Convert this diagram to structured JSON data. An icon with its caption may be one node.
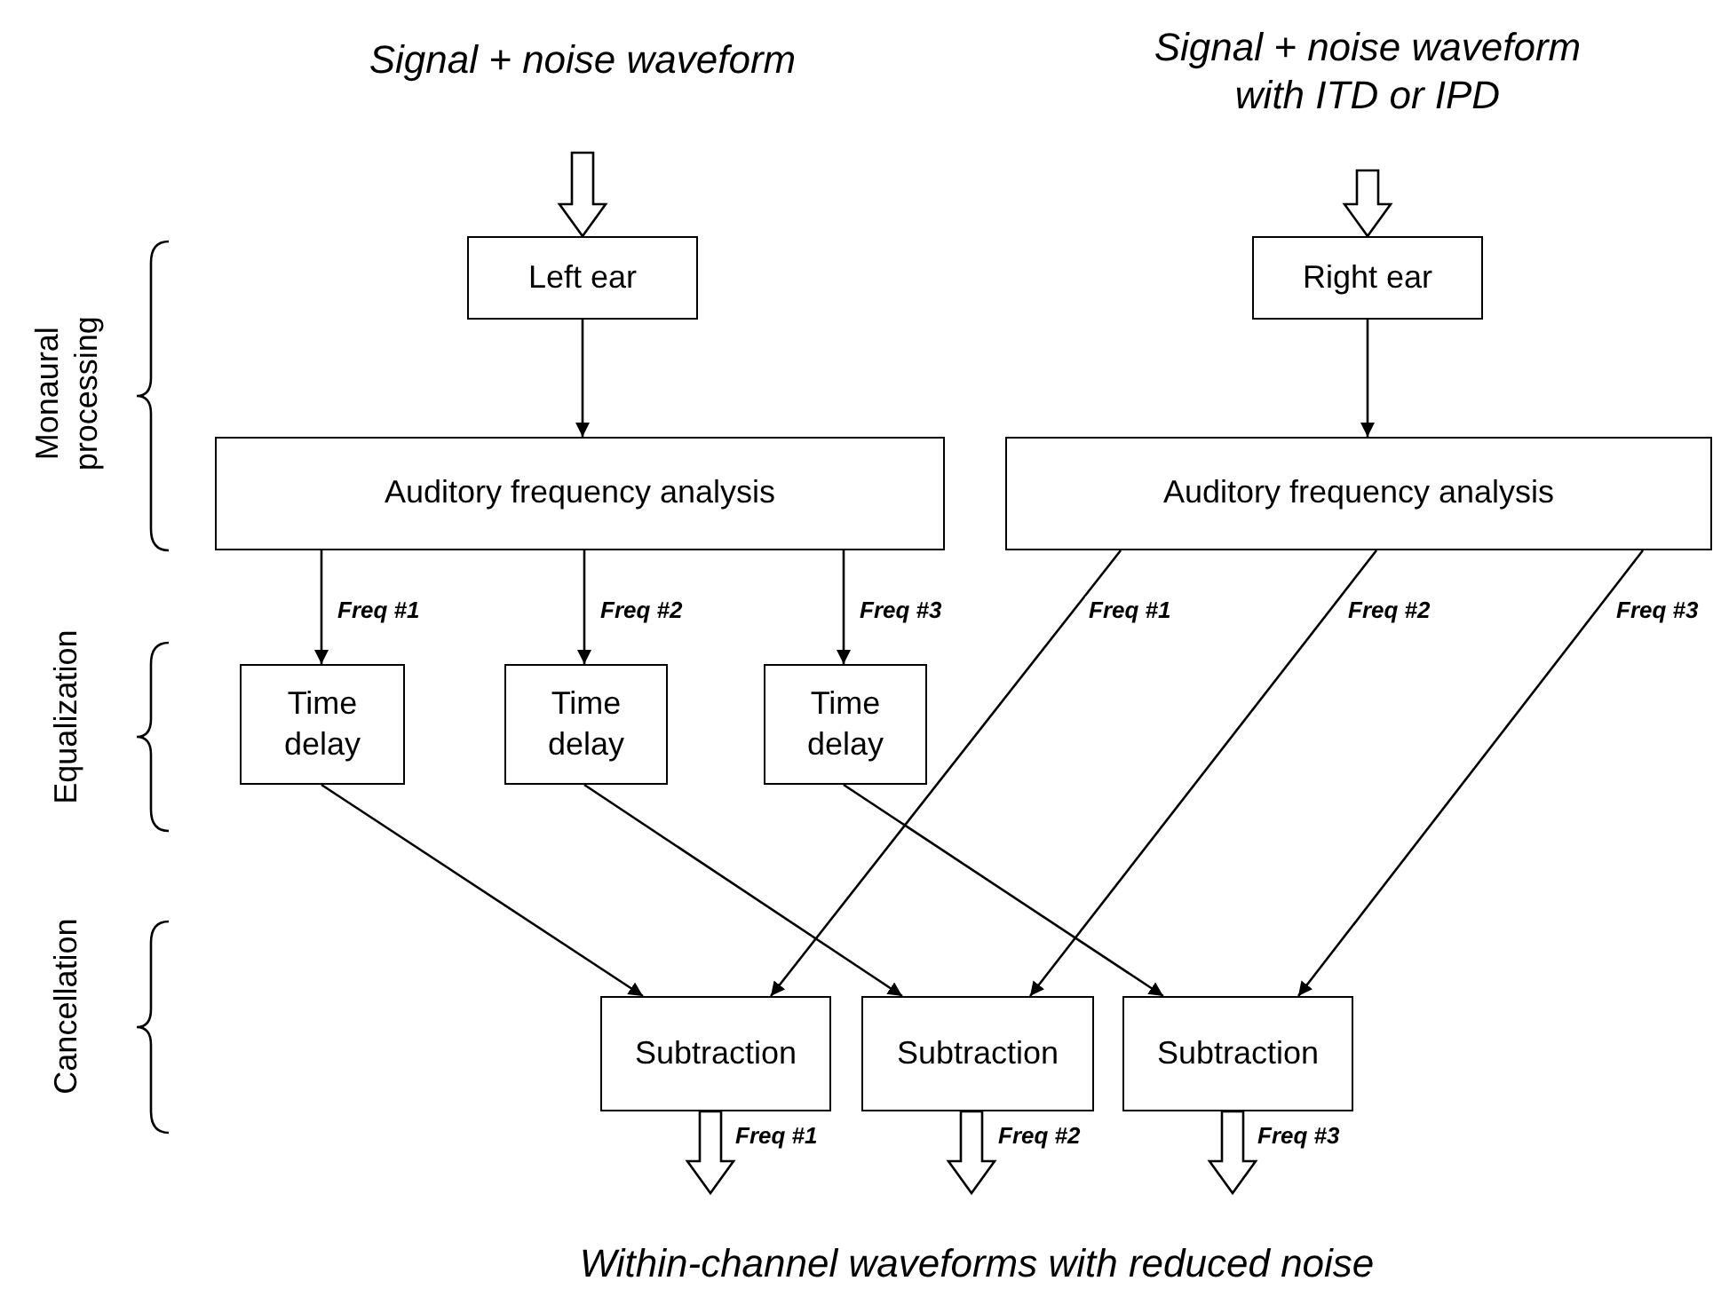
{
  "diagram": {
    "nodes": [
      {
        "text": [
          "Signal + noise waveform"
        ]
      },
      {
        "text": [
          "Signal + noise waveform with ITD or IPD"
        ]
      },
      {
        "text": [
          "Left ear"
        ]
      },
      {
        "text": [
          "Right ear"
        ]
      },
      {
        "text": [
          "Auditory frequency analysis"
        ]
      },
      {
        "text": [
          "Auditory frequency analysis"
        ]
      },
      {
        "text": [
          "Time delay"
        ]
      },
      {
        "text": [
          "Time delay"
        ]
      },
      {
        "text": [
          "Time delay"
        ]
      },
      {
        "text": [
          "Subtraction"
        ]
      },
      {
        "text": [
          "Subtraction"
        ]
      },
      {
        "text": [
          "Subtraction"
        ]
      },
      {
        "text": [
          "Within-channel waveforms with reduced noise"
        ]
      }
    ],
    "edges": [
      {
        "from": 0,
        "to": 2,
        "arrow": "to",
        "style": "thick"
      },
      {
        "from": 1,
        "to": 3,
        "arrow": "to",
        "style": "thick"
      },
      {
        "from": 2,
        "to": 4,
        "arrow": "to"
      },
      {
        "from": 3,
        "to": 5,
        "arrow": "to"
      },
      {
        "from": 4,
        "to": 6,
        "arrow": "to",
        "label": "Freq #1"
      },
      {
        "from": 4,
        "to": 7,
        "arrow": "to",
        "label": "Freq #2"
      },
      {
        "from": 4,
        "to": 8,
        "arrow": "to",
        "label": "Freq #3"
      },
      {
        "from": 5,
        "to": 9,
        "arrow": "to",
        "label": "Freq #1"
      },
      {
        "from": 5,
        "to": 10,
        "arrow": "to",
        "label": "Freq #2"
      },
      {
        "from": 5,
        "to": 11,
        "arrow": "to",
        "label": "Freq #3"
      },
      {
        "from": 6,
        "to": 9,
        "arrow": "to"
      },
      {
        "from": 7,
        "to": 10,
        "arrow": "to"
      },
      {
        "from": 8,
        "to": 11,
        "arrow": "to"
      },
      {
        "from": 9,
        "to": 12,
        "arrow": "to",
        "style": "thick",
        "label": "Freq #1"
      },
      {
        "from": 10,
        "to": 12,
        "arrow": "to",
        "style": "thick",
        "label": "Freq #2"
      },
      {
        "from": 11,
        "to": 12,
        "arrow": "to",
        "style": "thick",
        "label": "Freq #3"
      }
    ],
    "labels": [
      "Monaural processing",
      "Equalization",
      "Cancellation"
    ]
  }
}
